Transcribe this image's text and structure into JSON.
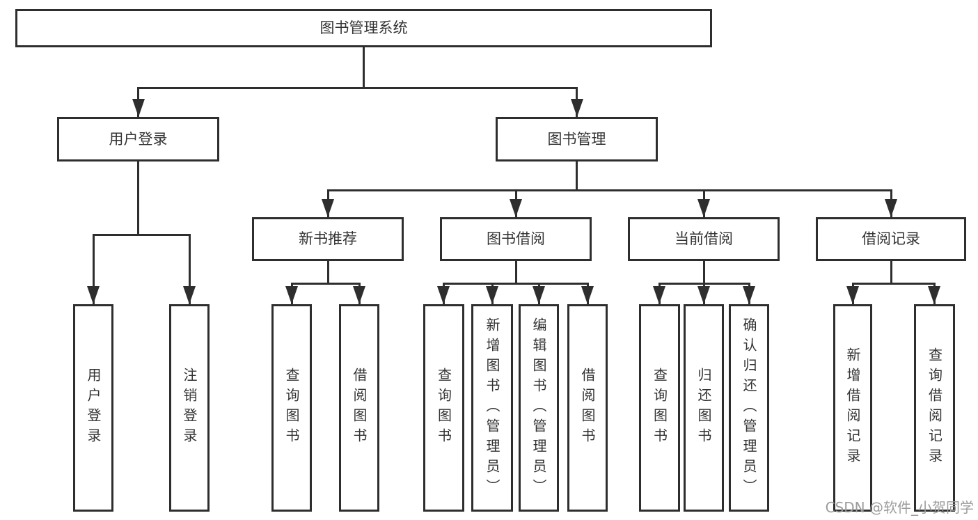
{
  "colors": {
    "line": "#2e2e2e",
    "text": "#333333",
    "box-bg": "#ffffff",
    "watermark": "#9c9c9c"
  },
  "watermark": {
    "text": "CSDN @软件_小贺同学"
  },
  "tree": {
    "root": {
      "label": "图书管理系统"
    },
    "branches": [
      {
        "label": "用户登录",
        "children": [
          {
            "label": "用户登录"
          },
          {
            "label": "注销登录"
          }
        ]
      },
      {
        "label": "图书管理",
        "children": [
          {
            "label": "新书推荐",
            "children": [
              {
                "label": "查询图书"
              },
              {
                "label": "借阅图书"
              }
            ]
          },
          {
            "label": "图书借阅",
            "children": [
              {
                "label": "查询图书"
              },
              {
                "label": "新增图书（管理员）"
              },
              {
                "label": "编辑图书（管理员）"
              },
              {
                "label": "借阅图书"
              }
            ]
          },
          {
            "label": "当前借阅",
            "children": [
              {
                "label": "查询图书"
              },
              {
                "label": "归还图书"
              },
              {
                "label": "确认归还（管理员）"
              }
            ]
          },
          {
            "label": "借阅记录",
            "children": [
              {
                "label": "新增借阅记录"
              },
              {
                "label": "查询借阅记录"
              }
            ]
          }
        ]
      }
    ]
  }
}
